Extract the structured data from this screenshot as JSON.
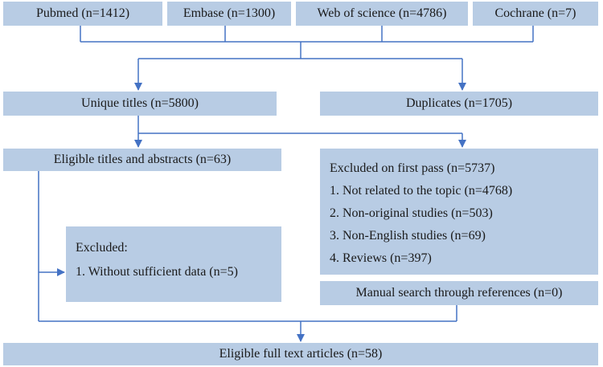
{
  "sources": [
    {
      "label": "Pubmed (n=1412)"
    },
    {
      "label": "Embase (n=1300)"
    },
    {
      "label": "Web of science (n=4786)"
    },
    {
      "label": "Cochrane (n=7)"
    }
  ],
  "unique_titles": "Unique titles (n=5800)",
  "duplicates": "Duplicates (n=1705)",
  "eligible_titles": "Eligible titles and abstracts  (n=63)",
  "excluded_first_pass": {
    "title": "Excluded on first pass (n=5737)",
    "items": [
      "1. Not related to the topic (n=4768)",
      "2. Non-original studies (n=503)",
      "3. Non-English studies (n=69)",
      "4. Reviews (n=397)"
    ]
  },
  "excluded": {
    "title": "Excluded:",
    "items": [
      "1. Without sufficient data (n=5)"
    ]
  },
  "manual_search": "Manual search through references (n=0)",
  "eligible_full_text": "Eligible full text articles (n=58)",
  "colors": {
    "box_fill": "#b8cce4",
    "connector": "#4472c4"
  }
}
